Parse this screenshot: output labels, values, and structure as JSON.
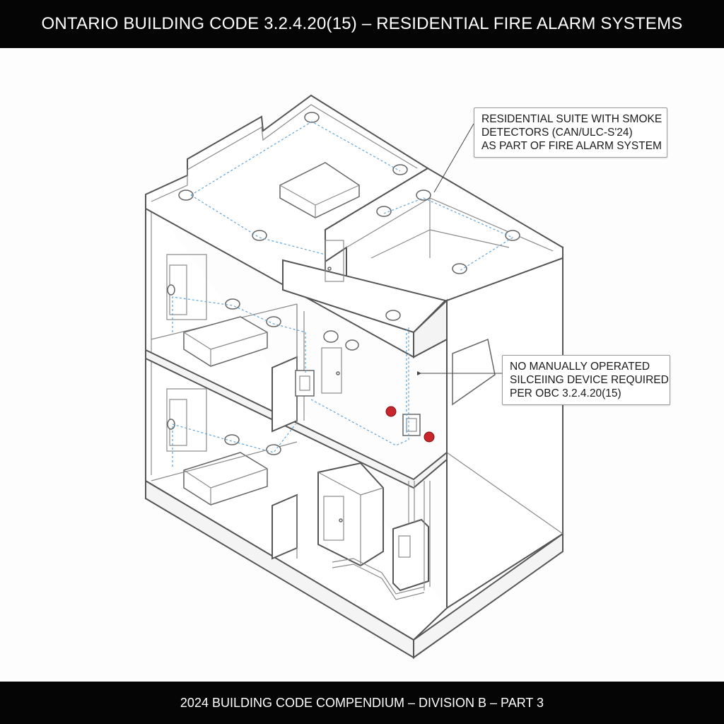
{
  "header": {
    "title": "ONTARIO BUILDING CODE 3.2.4.20(15) – RESIDENTIAL FIRE ALARM SYSTEMS"
  },
  "footer": {
    "text": "2024 BUILDING CODE COMPENDIUM – DIVISION B – PART 3"
  },
  "callouts": {
    "suite": {
      "line1": "RESIDENTIAL SUITE WITH SMOKE",
      "line2": "DETECTORS (CAN/ULC-S'24)",
      "line3": "AS PART OF FIRE ALARM SYSTEM"
    },
    "silencing": {
      "line1": "NO MANUALLY OPERATED",
      "line2": "SILCEIING DEVICE REQUIRED",
      "line3": "PER OBC 3.2.4.20(15)"
    }
  },
  "colors": {
    "wiring": "#5fa4d8",
    "alarm": "#c9252c",
    "outline": "#555555",
    "bars": "#050505"
  }
}
